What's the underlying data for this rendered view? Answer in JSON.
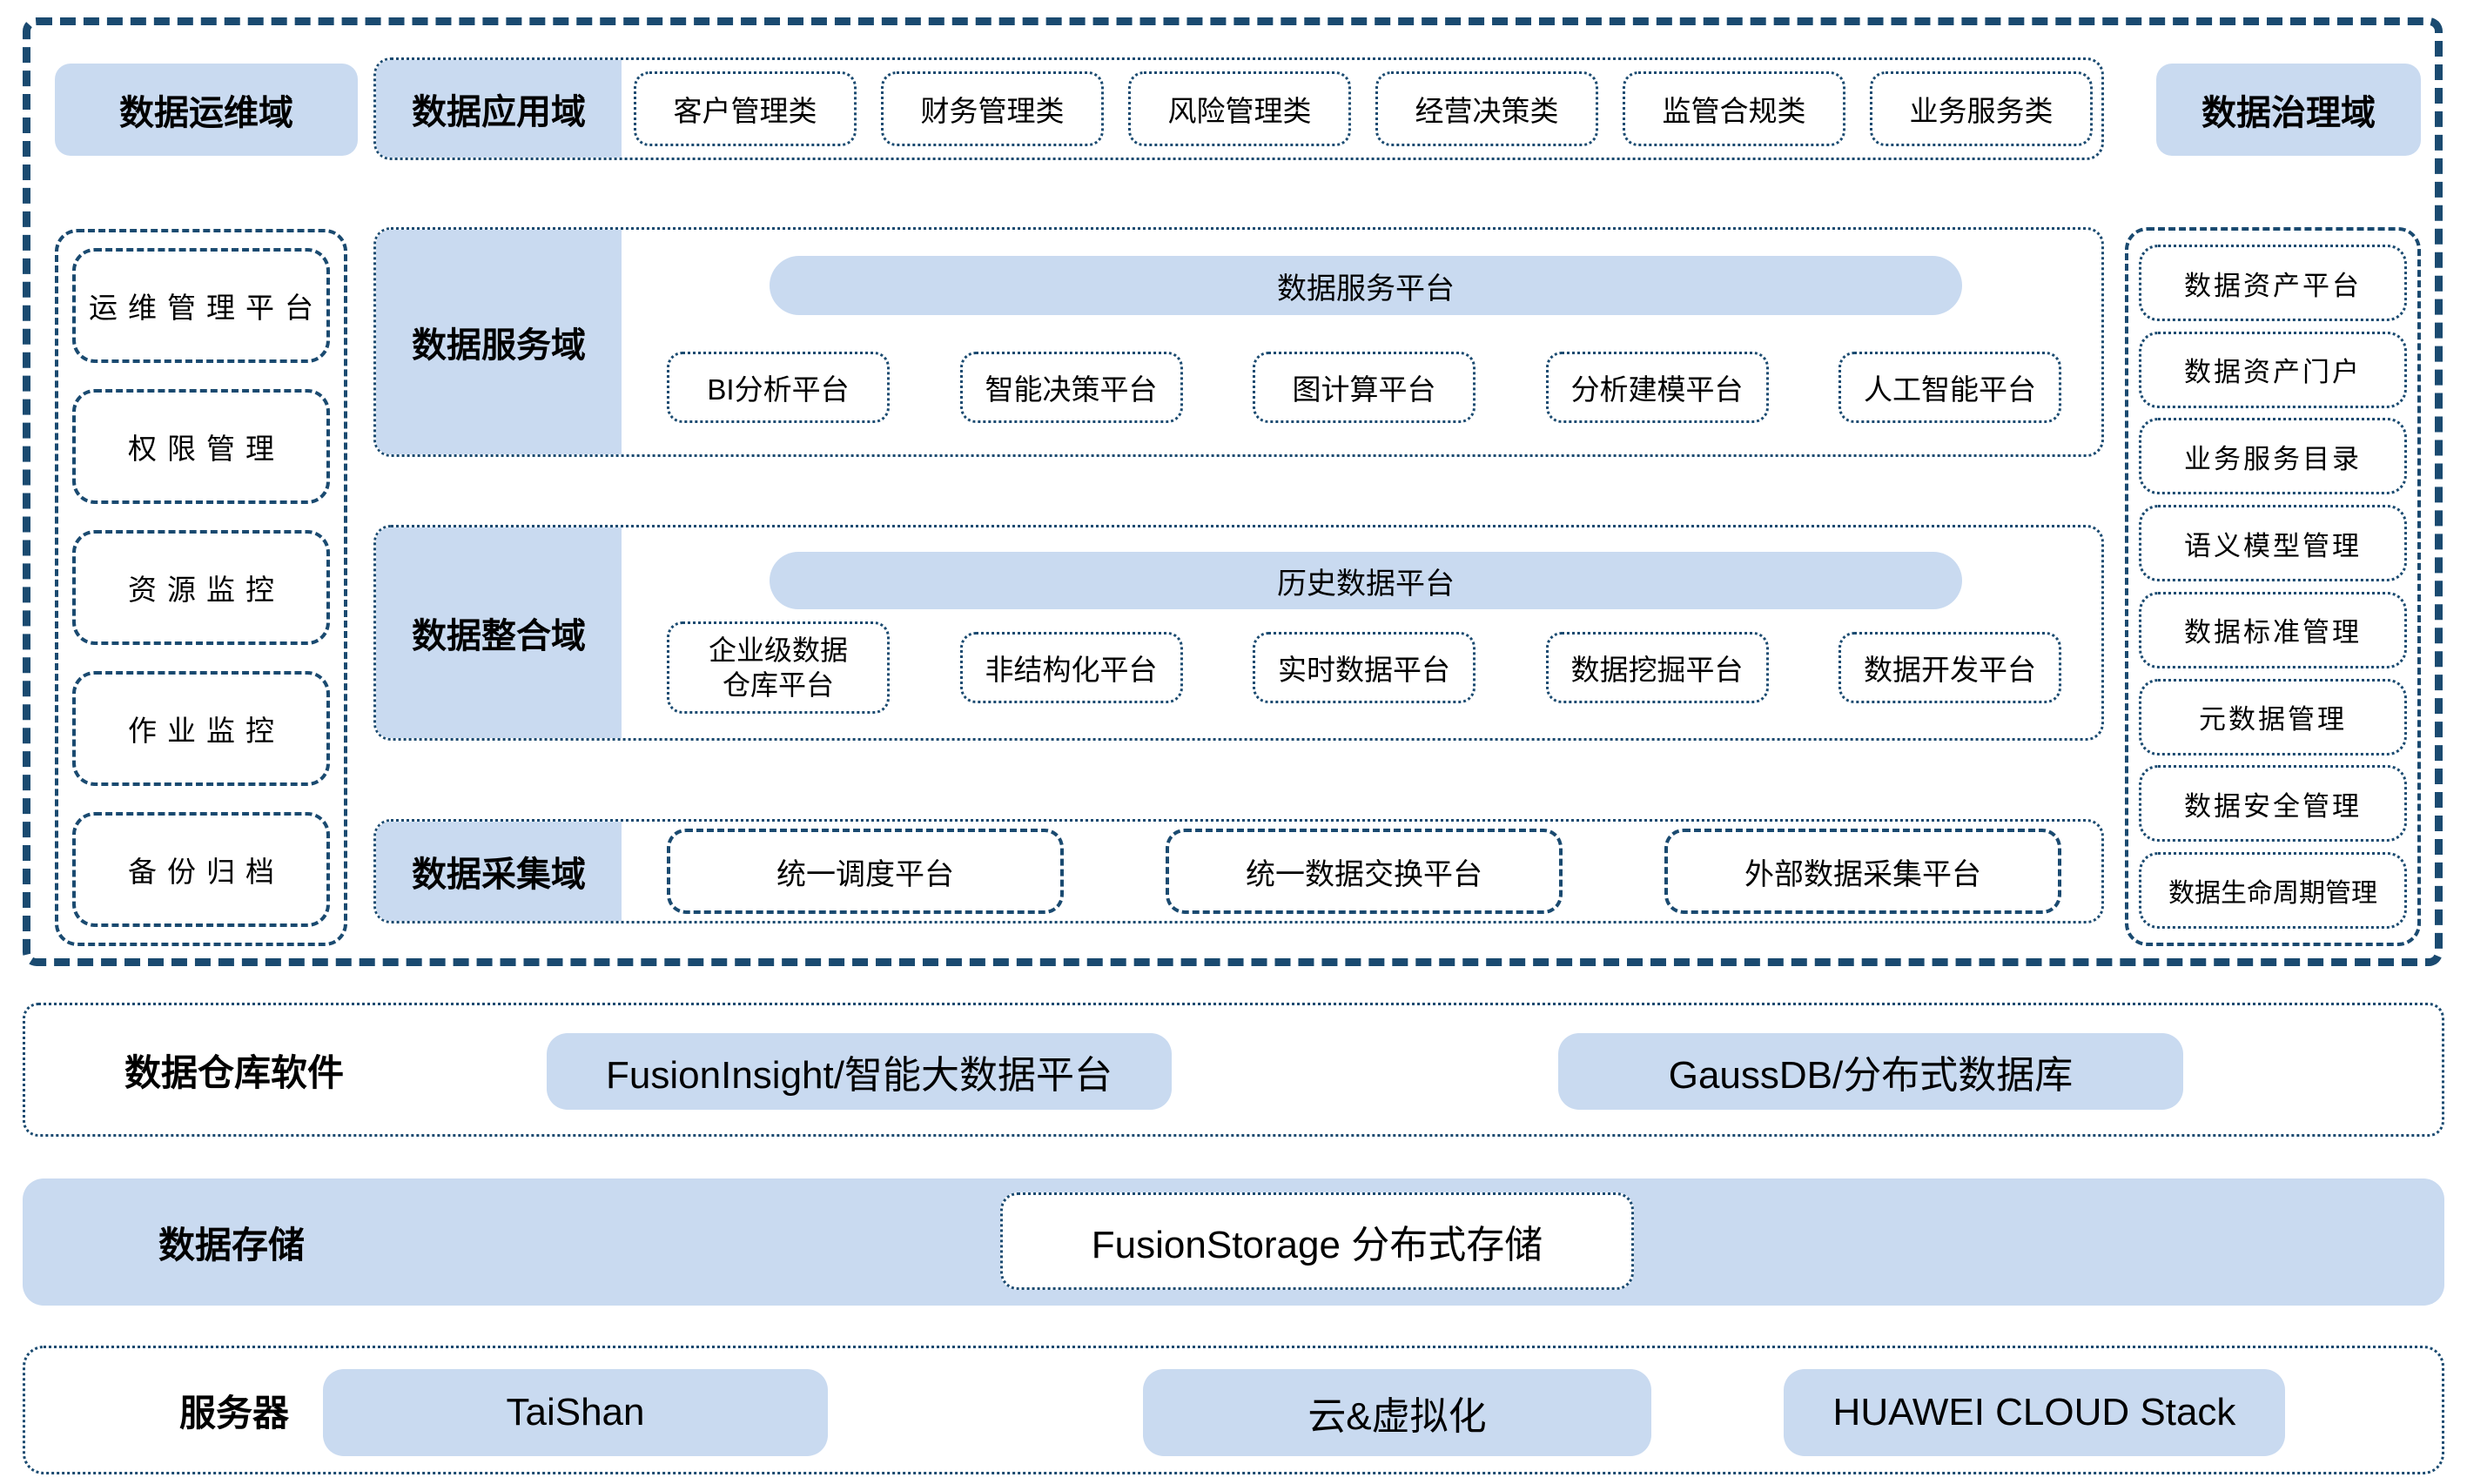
{
  "colors": {
    "fill": "#c9daf0",
    "border": "#1a4a70",
    "text": "#000000"
  },
  "frame": {
    "ops_header": "数据运维域",
    "gov_header": "数据治理域",
    "app": {
      "label": "数据应用域",
      "chips": [
        "客户管理类",
        "财务管理类",
        "风险管理类",
        "经营决策类",
        "监管合规类",
        "业务服务类"
      ]
    },
    "ops_items": [
      "运维管理平台",
      "权限管理",
      "资源监控",
      "作业监控",
      "备份归档"
    ],
    "service": {
      "label": "数据服务域",
      "bar": "数据服务平台",
      "chips": [
        "BI分析平台",
        "智能决策平台",
        "图计算平台",
        "分析建模平台",
        "人工智能平台"
      ]
    },
    "integration": {
      "label": "数据整合域",
      "bar": "历史数据平台",
      "chips": [
        "企业级数据\n仓库平台",
        "非结构化平台",
        "实时数据平台",
        "数据挖掘平台",
        "数据开发平台"
      ]
    },
    "collection": {
      "label": "数据采集域",
      "chips": [
        "统一调度平台",
        "统一数据交换平台",
        "外部数据采集平台"
      ]
    },
    "gov_items": [
      "数据资产平台",
      "数据资产门户",
      "业务服务目录",
      "语义模型管理",
      "数据标准管理",
      "元数据管理",
      "数据安全管理",
      "数据生命周期管理"
    ]
  },
  "layers": {
    "warehouse": {
      "label": "数据仓库软件",
      "chips": [
        "FusionInsight/智能大数据平台",
        "GaussDB/分布式数据库"
      ]
    },
    "storage": {
      "label": "数据存储",
      "chip": "FusionStorage 分布式存储"
    },
    "server": {
      "label": "服务器",
      "chips": [
        "TaiShan",
        "云&虚拟化",
        "HUAWEI CLOUD Stack"
      ]
    }
  }
}
